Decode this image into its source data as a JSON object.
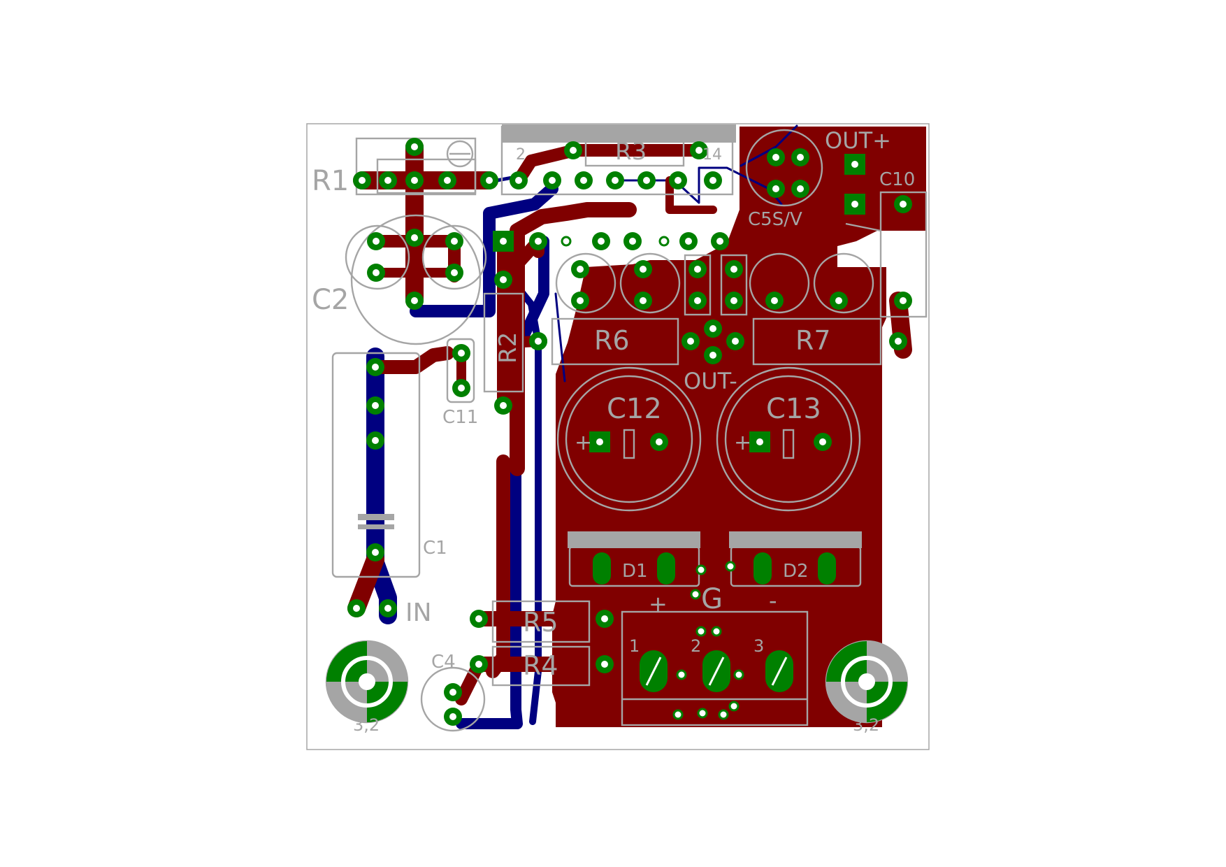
{
  "board": {
    "colors": {
      "background": "#ffffff",
      "outline": "#a5a5a5",
      "top_copper": "#800000",
      "bottom_copper": "#000080",
      "pad": "#008000",
      "silkscreen": "#a5a5a5",
      "drill": "#ffffff"
    }
  },
  "labels": {
    "r1": "R1",
    "r2": "R2",
    "r3": "R3",
    "r4": "R4",
    "r5": "R5",
    "r6": "R6",
    "r7": "R7",
    "c1": "C1",
    "c2": "C2",
    "c4": "C4",
    "c5": "C5S/V",
    "c10": "C10",
    "c11": "C11",
    "c12": "C12",
    "c13": "C13",
    "d1": "D1",
    "d2": "D2",
    "in": "IN",
    "out_plus": "OUT+",
    "out_minus": "OUT-",
    "g": "G",
    "plus": "+",
    "minus": "-",
    "pin1": "1",
    "pin2": "2",
    "pin3": "3",
    "ic_pin2": "2",
    "ic_pin14": "14",
    "hole_left": "3,2",
    "hole_right": "3,2",
    "pol_plus": "+"
  }
}
